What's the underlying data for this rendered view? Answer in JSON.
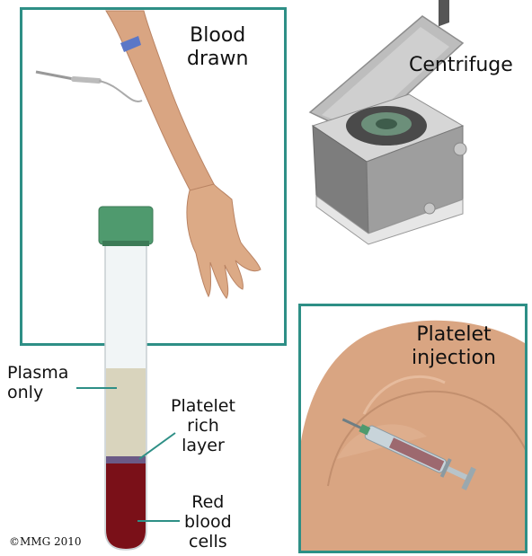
{
  "labels": {
    "blood_drawn": "Blood\ndrawn",
    "centrifuge": "Centrifuge",
    "platelet_injection": "Platelet\ninjection",
    "plasma_only": "Plasma\nonly",
    "platelet_rich_layer": "Platelet\nrich\nlayer",
    "red_blood_cells": "Red\nblood\ncells"
  },
  "copyright": "©MMG 2010",
  "colors": {
    "frame": "#2e8f86",
    "plasma": "#d9d4bd",
    "red_cells": "#7a1018",
    "tube_cap": "#4f9a6e",
    "skin": "#d9a582"
  }
}
